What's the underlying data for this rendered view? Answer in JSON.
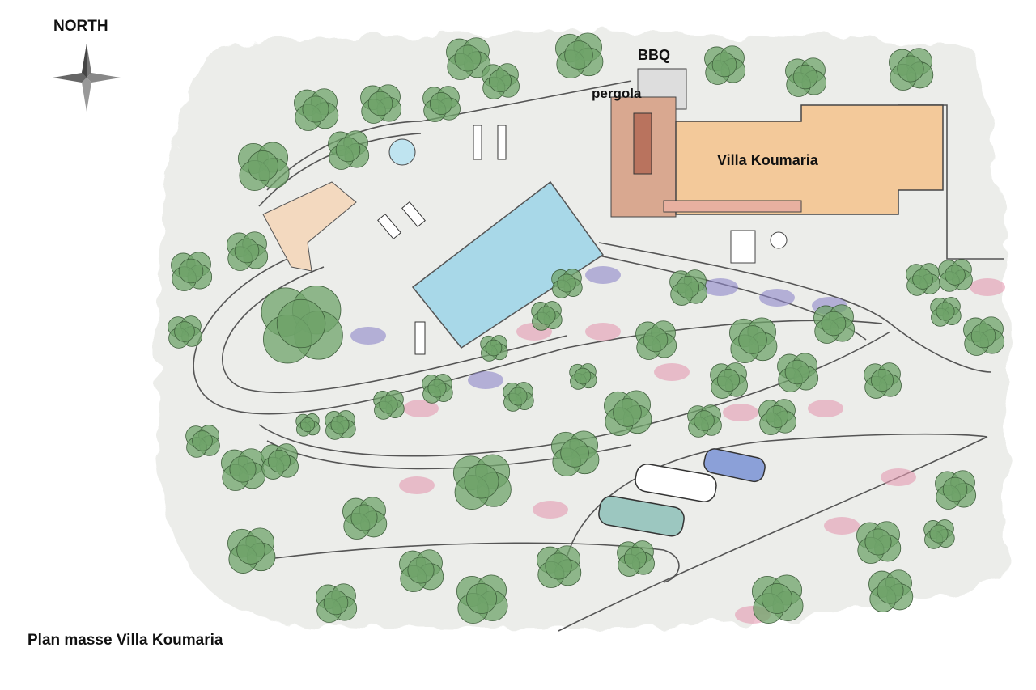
{
  "compass": {
    "label": "NORTH"
  },
  "labels": {
    "bbq": "BBQ",
    "pergola": "pergola",
    "villa": "Villa Koumaria"
  },
  "caption": "Plan masse Villa Koumaria",
  "colors": {
    "tree": "#6fa36a",
    "pool": "#a8d8e8",
    "villa": "#f3c99a",
    "pergola": "#b9735e",
    "ground": "#ecedea",
    "flowers_pink": "#e59ab0",
    "flowers_purple": "#8e86c8"
  }
}
